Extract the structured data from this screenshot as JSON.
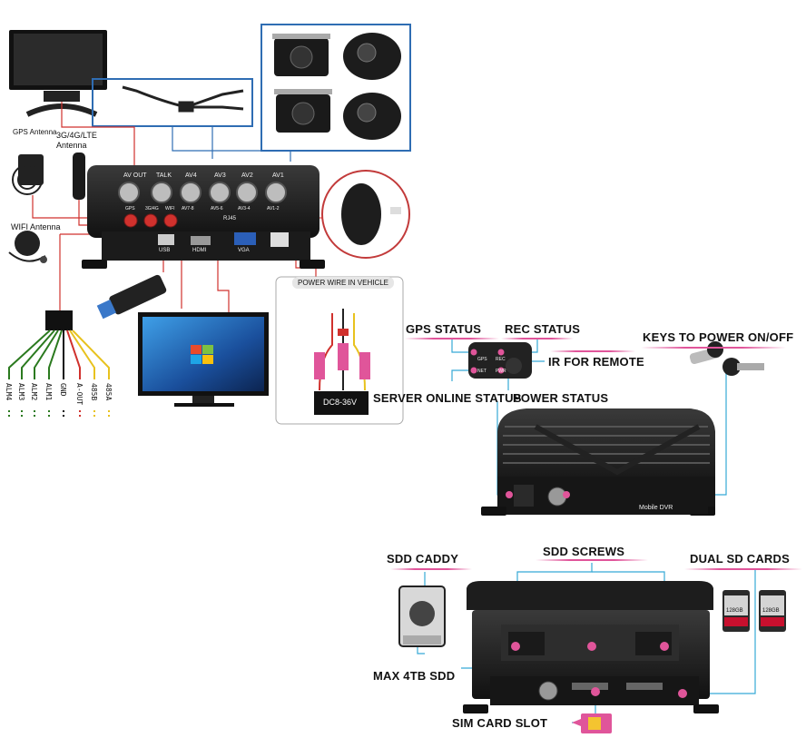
{
  "antennas": {
    "gps": "GPS Antenna",
    "cellular": "3G/4G/LTE\nAntenna",
    "wifi": "WIFI Antenna"
  },
  "dvr_ports": {
    "top": [
      "AV OUT",
      "TALK",
      "AV4",
      "AV3",
      "AV2",
      "AV1"
    ],
    "sub": [
      "GPS",
      "3G/4G",
      "WIFI",
      "AV7-8",
      "AV5-6",
      "AV3-4",
      "AV1-2"
    ],
    "rj45": "RJ45",
    "bottom": [
      "USB",
      "HDMI",
      "VGA"
    ]
  },
  "power_wire": {
    "title": "POWER WIRE  IN VEHICLE",
    "box": "DC8-36V"
  },
  "alarm_wires": [
    "ALM4",
    "ALM3",
    "ALM2",
    "ALM1",
    "GND",
    "A-OUT",
    "485B",
    "485A"
  ],
  "status_panel": {
    "gps_status": "GPS STATUS",
    "rec_status": "REC STATUS",
    "ir_remote": "IR FOR REMOTE",
    "server_online": "SERVER ONLINE STATUS",
    "power_status": "POWER STATUS",
    "keys": "KEYS TO POWER ON/OFF",
    "led_labels": [
      "GPS",
      "REC",
      "NET",
      "PWR"
    ],
    "badge": "Mobile DVR"
  },
  "caddy_panel": {
    "sdd_caddy": "SDD CADDY",
    "sdd_screws": "SDD SCREWS",
    "dual_sd": "DUAL SD CARDS",
    "max_sdd": "MAX 4TB SDD",
    "sim_slot": "SIM CARD SLOT",
    "sd_label": "128GB"
  },
  "colors": {
    "callout_line": "#36a9d6",
    "red_wire": "#d0312d",
    "pink": "#e0559a",
    "frame_blue": "#2f6db3"
  }
}
